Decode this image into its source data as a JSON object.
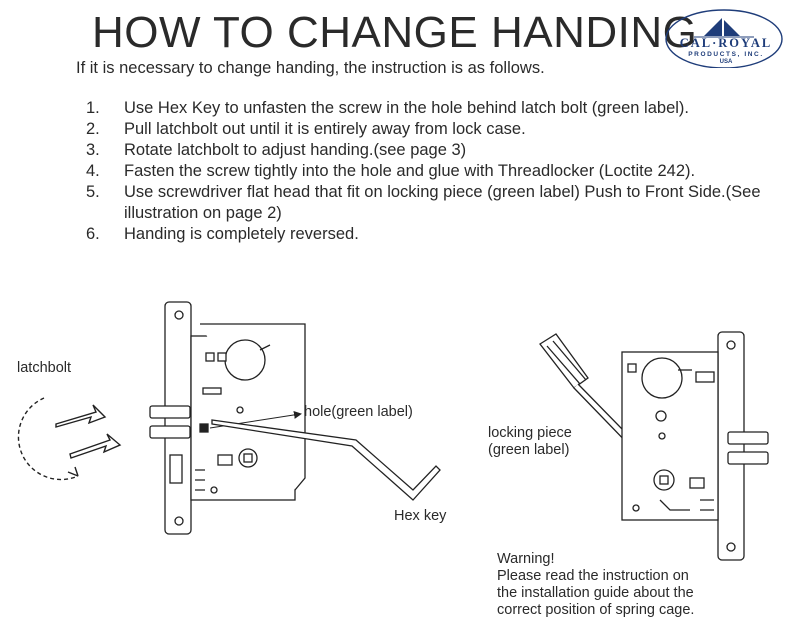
{
  "title": "HOW TO CHANGE HANDING",
  "intro": "If it is necessary to change handing, the instruction is as follows.",
  "steps": [
    {
      "num": "1.",
      "text": "Use Hex Key to unfasten the screw in the hole behind latch bolt (green label)."
    },
    {
      "num": "2.",
      "text": "Pull latchbolt out until it is entirely away from lock case."
    },
    {
      "num": "3.",
      "text": "Rotate latchbolt to adjust handing.(see page 3)"
    },
    {
      "num": "4.",
      "text": "Fasten the screw tightly into the hole and glue with Threadlocker (Loctite 242)."
    },
    {
      "num": "5.",
      "text": "Use screwdriver flat head that fit on locking piece (green label) Push to Front Side.(See illustration on page 2)"
    },
    {
      "num": "6.",
      "text": "Handing is completely reversed."
    }
  ],
  "logo": {
    "brand": "CAL·ROYAL",
    "sub": "PRODUCTS, INC.",
    "country": "USA",
    "color": "#1f3d7a"
  },
  "labels": {
    "latchbolt": "latchbolt",
    "hole": "hole(green label)",
    "hex_key": "Hex key",
    "locking_piece_1": "locking piece",
    "locking_piece_2": "(green label)"
  },
  "warning": [
    "Warning!",
    "Please read the instruction on",
    "the installation guide about the",
    "correct position of spring cage."
  ]
}
